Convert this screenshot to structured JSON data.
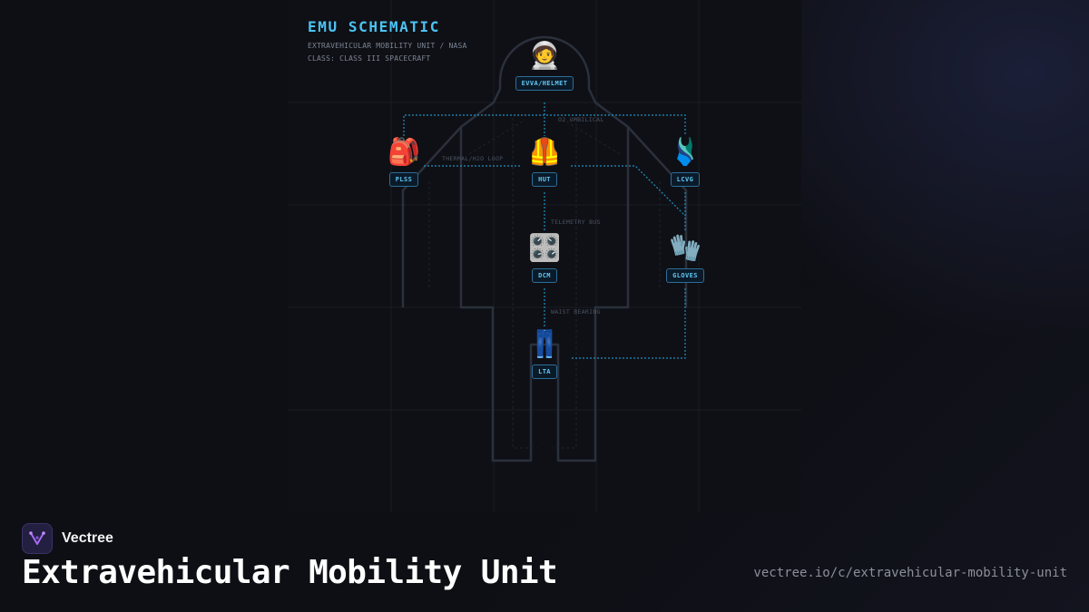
{
  "diagram": {
    "title": "EMU SCHEMATIC",
    "subtitle_lines": [
      "EXTRAVEHICULAR MOBILITY UNIT / NASA",
      "CLASS: CLASS III SPACECRAFT"
    ],
    "components": [
      {
        "id": "evva",
        "label": "EVVA/HELMET",
        "icon": "astronaut-icon",
        "glyph": "🧑‍🚀"
      },
      {
        "id": "plss",
        "label": "PLSS",
        "icon": "backpack-icon",
        "glyph": "🎒"
      },
      {
        "id": "hut",
        "label": "HUT",
        "icon": "safety-vest-icon",
        "glyph": "🦺"
      },
      {
        "id": "lcvg",
        "label": "LCVG",
        "icon": "swimsuit-icon",
        "glyph": "🩱"
      },
      {
        "id": "dcm",
        "label": "DCM",
        "icon": "control-knobs-icon",
        "glyph": "🎛️"
      },
      {
        "id": "gloves",
        "label": "GLOVES",
        "icon": "gloves-icon",
        "glyph": "🧤"
      },
      {
        "id": "lta",
        "label": "LTA",
        "icon": "jeans-icon",
        "glyph": "👖"
      }
    ],
    "connection_labels": {
      "o2_umbilical": "O2 UMBILICAL",
      "thermal_loop": "THERMAL/H2O LOOP",
      "telemetry_bus": "TELEMETRY BUS",
      "waist_bearing": "WAIST BEARING"
    },
    "colors": {
      "accent": "#4cc3f4",
      "connector": "#1f8fc4",
      "silhouette": "#2a303c",
      "label_bg": "#0b1a29"
    }
  },
  "footer": {
    "brand_name": "Vectree",
    "page_title": "Extravehicular Mobility Unit",
    "url": "vectree.io/c/extravehicular-mobility-unit"
  }
}
